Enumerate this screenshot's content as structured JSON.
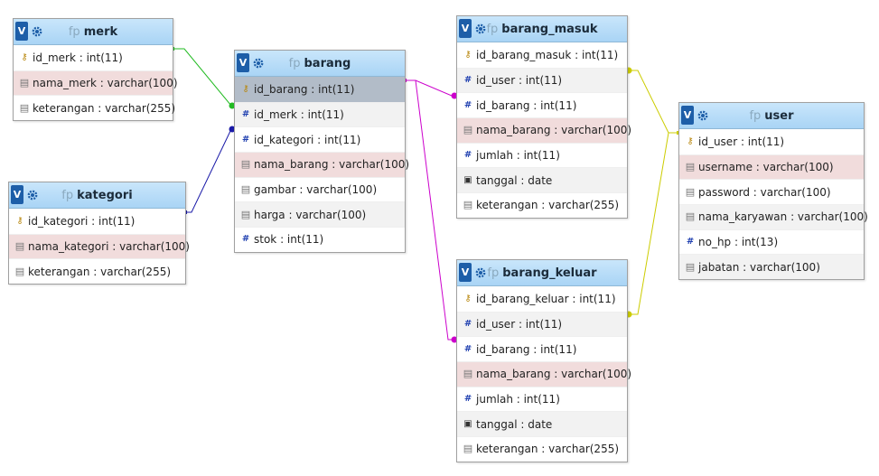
{
  "colors": {
    "header_bg": "#a9d4f5",
    "link_merk": "#22bb22",
    "link_kategori": "#1a1aa8",
    "link_barang": "#cc00cc",
    "link_user": "#cccc00",
    "row_highlight": "#f1dcdc",
    "row_selected": "#b2bcc8"
  },
  "tables": [
    {
      "id": "merk",
      "db": "fp",
      "name": "merk",
      "fields": [
        {
          "label": "id_merk : int(11)",
          "icon": "key-icon",
          "style": "odd"
        },
        {
          "label": "nama_merk : varchar(100)",
          "icon": "text-icon",
          "style": "hl"
        },
        {
          "label": "keterangan : varchar(255)",
          "icon": "text-icon",
          "style": "odd"
        }
      ]
    },
    {
      "id": "kategori",
      "db": "fp",
      "name": "kategori",
      "fields": [
        {
          "label": "id_kategori : int(11)",
          "icon": "key-icon",
          "style": "odd"
        },
        {
          "label": "nama_kategori : varchar(100)",
          "icon": "text-icon",
          "style": "hl"
        },
        {
          "label": "keterangan : varchar(255)",
          "icon": "text-icon",
          "style": "odd"
        }
      ]
    },
    {
      "id": "barang",
      "db": "fp",
      "name": "barang",
      "fields": [
        {
          "label": "id_barang : int(11)",
          "icon": "key-icon",
          "style": "sel"
        },
        {
          "label": "id_merk : int(11)",
          "icon": "number-icon",
          "style": "even"
        },
        {
          "label": "id_kategori : int(11)",
          "icon": "number-icon",
          "style": "odd"
        },
        {
          "label": "nama_barang : varchar(100)",
          "icon": "text-icon",
          "style": "hl"
        },
        {
          "label": "gambar : varchar(100)",
          "icon": "text-icon",
          "style": "odd"
        },
        {
          "label": "harga : varchar(100)",
          "icon": "text-icon",
          "style": "even"
        },
        {
          "label": "stok : int(11)",
          "icon": "number-icon",
          "style": "odd"
        }
      ]
    },
    {
      "id": "barang_masuk",
      "db": "fp",
      "name": "barang_masuk",
      "fields": [
        {
          "label": "id_barang_masuk : int(11)",
          "icon": "key-icon",
          "style": "odd"
        },
        {
          "label": "id_user : int(11)",
          "icon": "number-icon",
          "style": "even"
        },
        {
          "label": "id_barang : int(11)",
          "icon": "number-icon",
          "style": "odd"
        },
        {
          "label": "nama_barang : varchar(100)",
          "icon": "text-icon",
          "style": "hl"
        },
        {
          "label": "jumlah : int(11)",
          "icon": "number-icon",
          "style": "odd"
        },
        {
          "label": "tanggal : date",
          "icon": "date-icon",
          "style": "even"
        },
        {
          "label": "keterangan : varchar(255)",
          "icon": "text-icon",
          "style": "odd"
        }
      ]
    },
    {
      "id": "barang_keluar",
      "db": "fp",
      "name": "barang_keluar",
      "fields": [
        {
          "label": "id_barang_keluar : int(11)",
          "icon": "key-icon",
          "style": "odd"
        },
        {
          "label": "id_user : int(11)",
          "icon": "number-icon",
          "style": "even"
        },
        {
          "label": "id_barang : int(11)",
          "icon": "number-icon",
          "style": "odd"
        },
        {
          "label": "nama_barang : varchar(100)",
          "icon": "text-icon",
          "style": "hl"
        },
        {
          "label": "jumlah : int(11)",
          "icon": "number-icon",
          "style": "odd"
        },
        {
          "label": "tanggal : date",
          "icon": "date-icon",
          "style": "even"
        },
        {
          "label": "keterangan : varchar(255)",
          "icon": "text-icon",
          "style": "odd"
        }
      ]
    },
    {
      "id": "user",
      "db": "fp",
      "name": "user",
      "fields": [
        {
          "label": "id_user : int(11)",
          "icon": "key-icon",
          "style": "odd"
        },
        {
          "label": "username : varchar(100)",
          "icon": "text-icon",
          "style": "hl"
        },
        {
          "label": "password : varchar(100)",
          "icon": "text-icon",
          "style": "odd"
        },
        {
          "label": "nama_karyawan : varchar(100)",
          "icon": "text-icon",
          "style": "even"
        },
        {
          "label": "no_hp : int(13)",
          "icon": "number-icon",
          "style": "odd"
        },
        {
          "label": "jabatan : varchar(100)",
          "icon": "text-icon",
          "style": "even"
        }
      ]
    }
  ],
  "relations": [
    {
      "from": "merk.id_merk",
      "to": "barang.id_merk",
      "color": "#22bb22"
    },
    {
      "from": "kategori.id_kategori",
      "to": "barang.id_kategori",
      "color": "#1a1aa8"
    },
    {
      "from": "barang.id_barang",
      "to": "barang_masuk.id_barang",
      "color": "#cc00cc"
    },
    {
      "from": "barang.id_barang",
      "to": "barang_keluar.id_barang",
      "color": "#cc00cc"
    },
    {
      "from": "user.id_user",
      "to": "barang_masuk.id_user",
      "color": "#cccc00"
    },
    {
      "from": "user.id_user",
      "to": "barang_keluar.id_user",
      "color": "#cccc00"
    }
  ]
}
